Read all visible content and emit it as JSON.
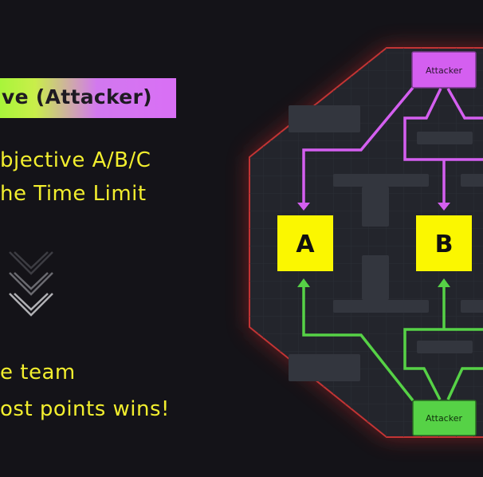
{
  "banner": {
    "title": "ve (Attacker)"
  },
  "instructions": {
    "line1": "bjective A/B/C",
    "line2": "he Time Limit",
    "line3": "e team",
    "line4": "ost points wins!"
  },
  "map": {
    "top_team_label": "Attacker",
    "bottom_team_label": "Attacker",
    "objectives": [
      "A",
      "B"
    ]
  },
  "colors": {
    "background": "#141318",
    "text_yellow": "#f2ee2e",
    "objective_yellow": "#fbf700",
    "purple": "#d45ff0",
    "green": "#56d246",
    "border_red": "#c03232"
  }
}
